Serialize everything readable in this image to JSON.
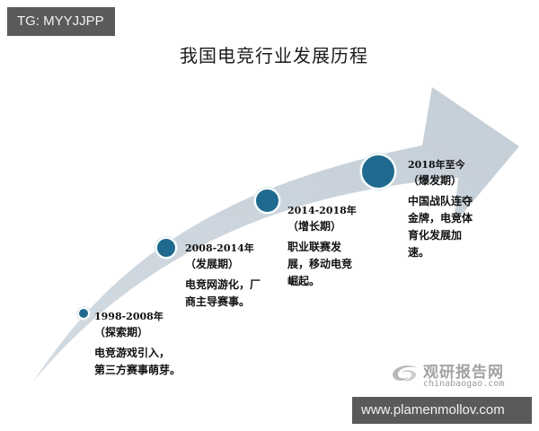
{
  "badges": {
    "top_left": "TG: MYYJJPP",
    "bottom_right": "www.plamenmollov.com"
  },
  "title": "我国电竞行业发展历程",
  "arrow_color": "#c9d2da",
  "dot_color": "#1f6a8e",
  "stages": [
    {
      "year": "1998-2008年",
      "phase": "（探索期）",
      "desc": "电竞游戏引入，第三方赛事萌芽。",
      "desc_lines": [
        "电竞游戏引入，",
        "第三方赛事萌芽。"
      ]
    },
    {
      "year": "2008-2014年",
      "phase": "（发展期）",
      "desc": "电竞网游化，厂商主导赛事。",
      "desc_lines": [
        "电竞网游化，厂",
        "商主导赛事。"
      ]
    },
    {
      "year": "2014-2018年",
      "phase": "（增长期）",
      "desc": "职业联赛发展，移动电竞崛起。",
      "desc_lines": [
        "职业联赛发",
        "展，移动电竞",
        "崛起。"
      ]
    },
    {
      "year": "2018年至今",
      "phase": "（爆发期）",
      "desc": "中国战队连夺金牌，电竞体育化发展加速。",
      "desc_lines": [
        "中国战队连夺",
        "金牌，电竞体",
        "育化发展加",
        "速。"
      ]
    }
  ],
  "watermark": {
    "cn": "观研报告网",
    "en": "chinabaogao.com"
  }
}
